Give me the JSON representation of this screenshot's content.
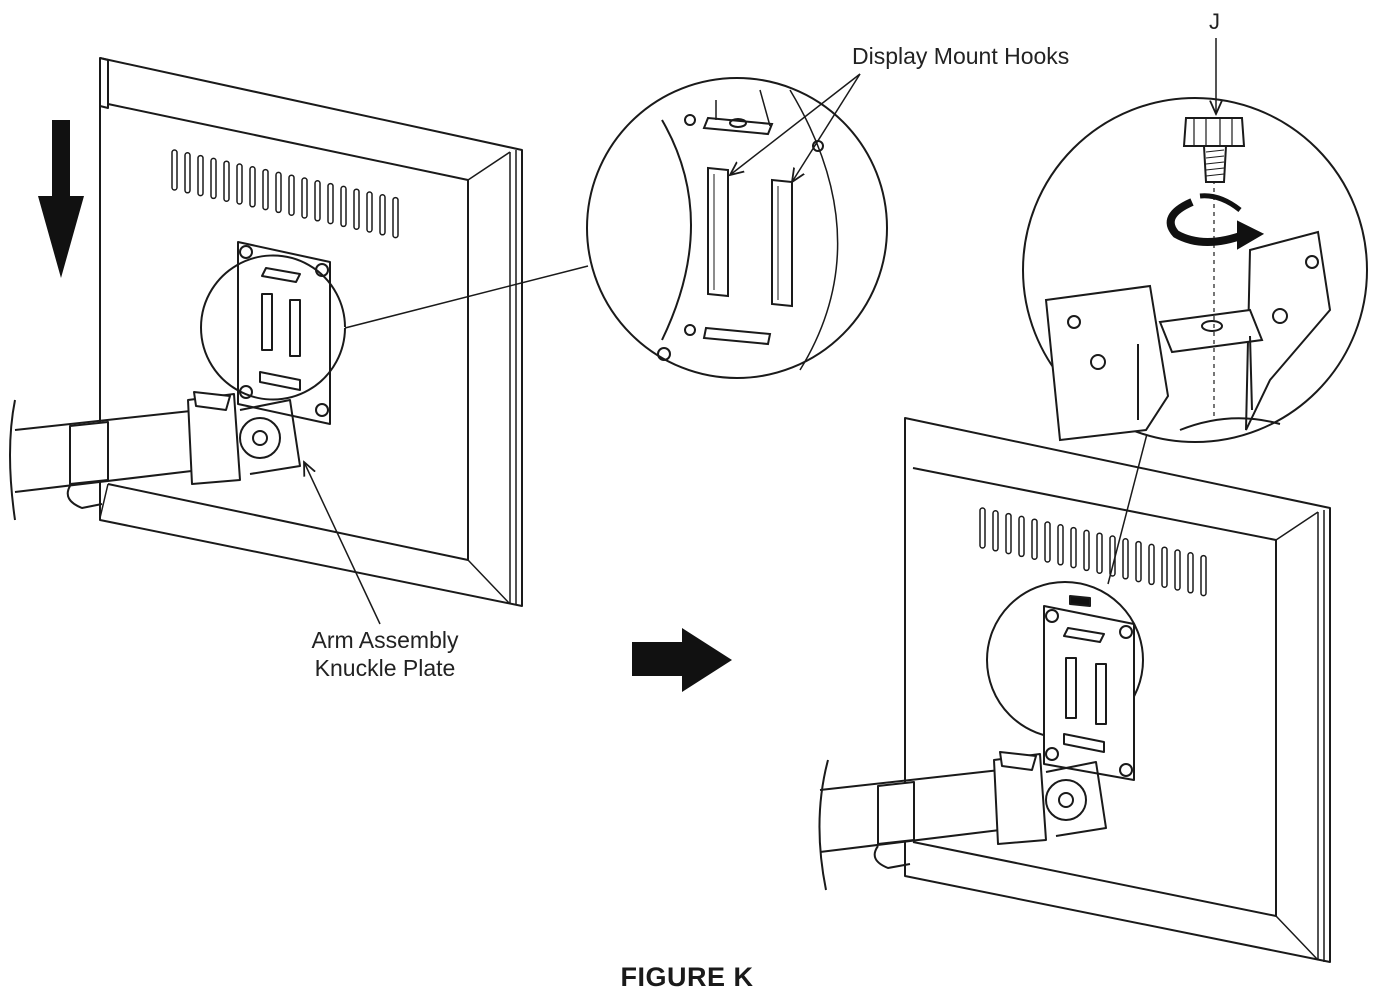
{
  "figure": {
    "caption": "FIGURE K",
    "labels": {
      "display_mount_hooks": "Display Mount Hooks",
      "knuckle_line1": "Arm Assembly",
      "knuckle_line2": "Knuckle Plate",
      "part_j": "J"
    },
    "arrows": {
      "left_arrow": "down",
      "step_arrow": "right",
      "rotation": "clockwise"
    },
    "colors": {
      "line": "#1a1a1a",
      "fill": "#ffffff",
      "arrow": "#111111"
    }
  }
}
